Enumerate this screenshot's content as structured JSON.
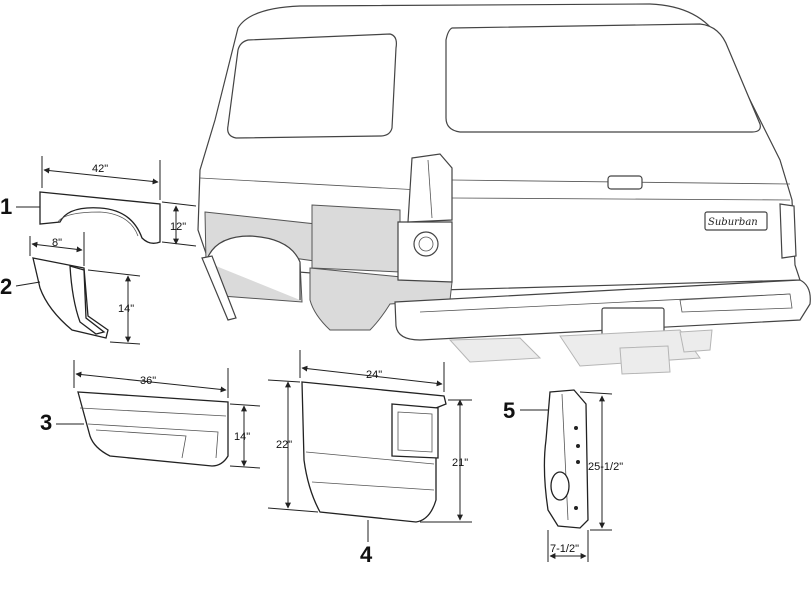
{
  "parts": [
    {
      "number": "1",
      "dims": [
        "42\"",
        "12\""
      ]
    },
    {
      "number": "2",
      "dims": [
        "8\"",
        "14\""
      ]
    },
    {
      "number": "3",
      "dims": [
        "36\"",
        "14\""
      ]
    },
    {
      "number": "4",
      "dims": [
        "24\"",
        "22\"",
        "21\""
      ]
    },
    {
      "number": "5",
      "dims": [
        "25-1/2\"",
        "7-1/2\""
      ]
    }
  ],
  "vehicle": {
    "emblem_text": "Suburban"
  },
  "colors": {
    "line": "#222222",
    "shade": "#dadada",
    "ghost": "#ececec"
  }
}
